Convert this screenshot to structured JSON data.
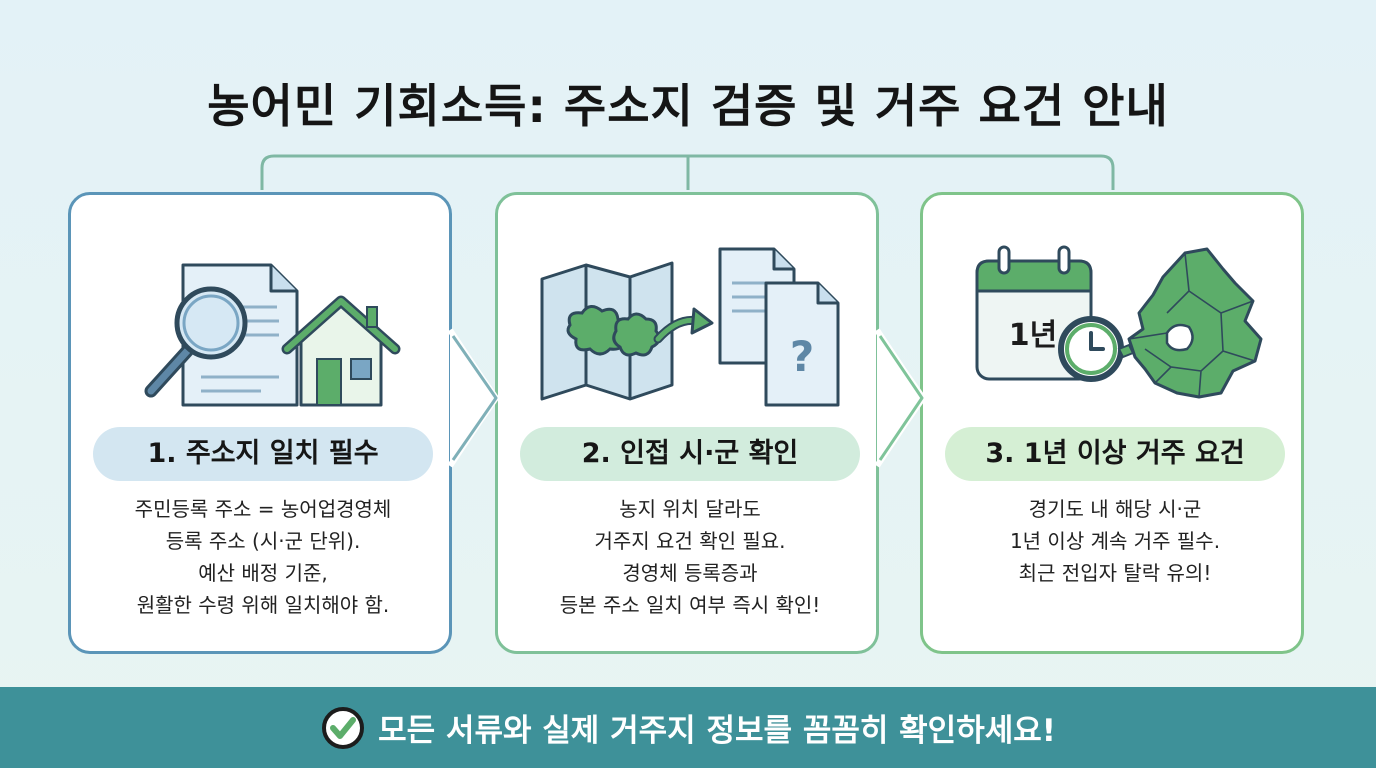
{
  "title": "농어민 기회소득: 주소지 검증 및 거주 요건 안내",
  "cards": [
    {
      "heading": "1. 주소지 일치 필수",
      "lines": [
        "주민등록 주소 = 농어업경영체",
        "등록 주소 (시·군 단위).",
        "예산 배정 기준,",
        "원활한 수령 위해 일치해야 함."
      ]
    },
    {
      "heading": "2. 인접 시·군 확인",
      "lines": [
        "농지 위치 달라도",
        "거주지 요건 확인 필요.",
        "경영체 등록증과",
        "등본 주소 일치 여부 즉시 확인!"
      ]
    },
    {
      "heading": "3. 1년 이상 거주 요건",
      "lines": [
        "경기도 내 해당 시·군",
        "1년 이상 계속 거주 필수.",
        "최근 전입자 탈락 유의!"
      ],
      "calendar_label": "1년"
    }
  ],
  "footer": {
    "text": "모든 서류와 실제 거주지 정보를 꼼꼼히 확인하세요!"
  },
  "icons": [
    "document-icon",
    "magnifier-icon",
    "house-icon",
    "map-icon",
    "arrow-icon",
    "question-document-icon",
    "calendar-icon",
    "clock-icon",
    "gyeonggi-map-icon",
    "check-circle-icon"
  ],
  "colors": {
    "blue_border": "#5b95b8",
    "green_border": "#7fc199",
    "footer_bg": "#3e9199",
    "icon_green": "#5cad6a"
  }
}
